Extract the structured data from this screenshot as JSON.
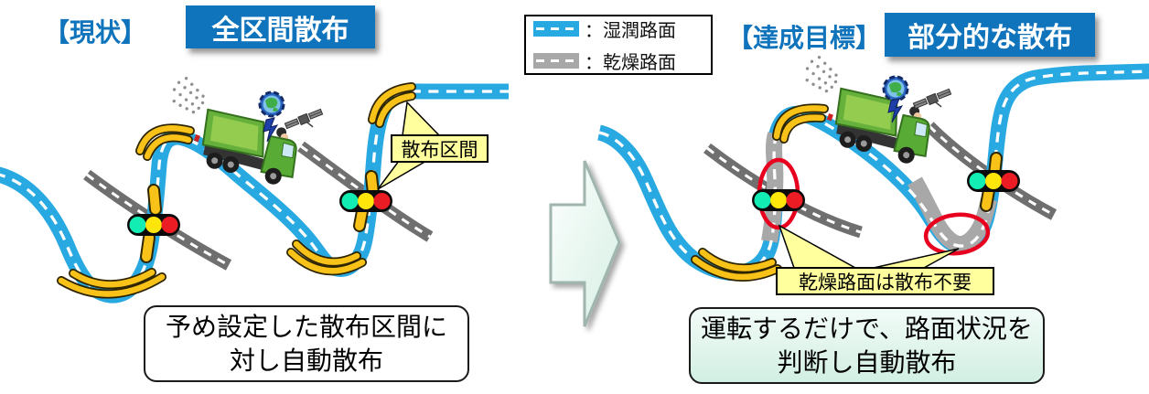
{
  "header": {
    "current_label": "【現状】",
    "current_badge": "全区間散布",
    "target_label": "【達成目標】",
    "target_badge": "部分的な散布"
  },
  "legend": {
    "wet_label": "：湿潤路面",
    "dry_label": "：乾燥路面"
  },
  "left_panel": {
    "callout": "散布区間",
    "caption_line1": "予め設定した散布区間に",
    "caption_line2": "対し自動散布"
  },
  "right_panel": {
    "callout": "乾燥路面は散布不要",
    "caption_line1": "運転するだけで、路面状況を",
    "caption_line2": "判断し自動散布"
  },
  "icons": {
    "truck": "salt-spreader-truck",
    "gps_globe": "gps-globe",
    "satellite": "satellite",
    "signal_arrow": "gps-signal-arrow",
    "traffic_light": "traffic-light",
    "transition_arrow": "right-block-arrow",
    "spread_mark": "yellow-spread-mark",
    "dry_highlight": "red-ellipse-highlight"
  },
  "colors": {
    "brand_blue": "#1074BC",
    "road_wet_blue": "#29A9E1",
    "road_dry_gray": "#A8A8A8",
    "cross_road_gray": "#6F6F6F",
    "spread_yellow": "#F8C219",
    "callout_yellow": "#FFFF9E",
    "highlight_red": "#E8001F",
    "traffic_green": "#12EDB4",
    "traffic_yellow": "#FFE60A",
    "traffic_red": "#EC1C24"
  }
}
